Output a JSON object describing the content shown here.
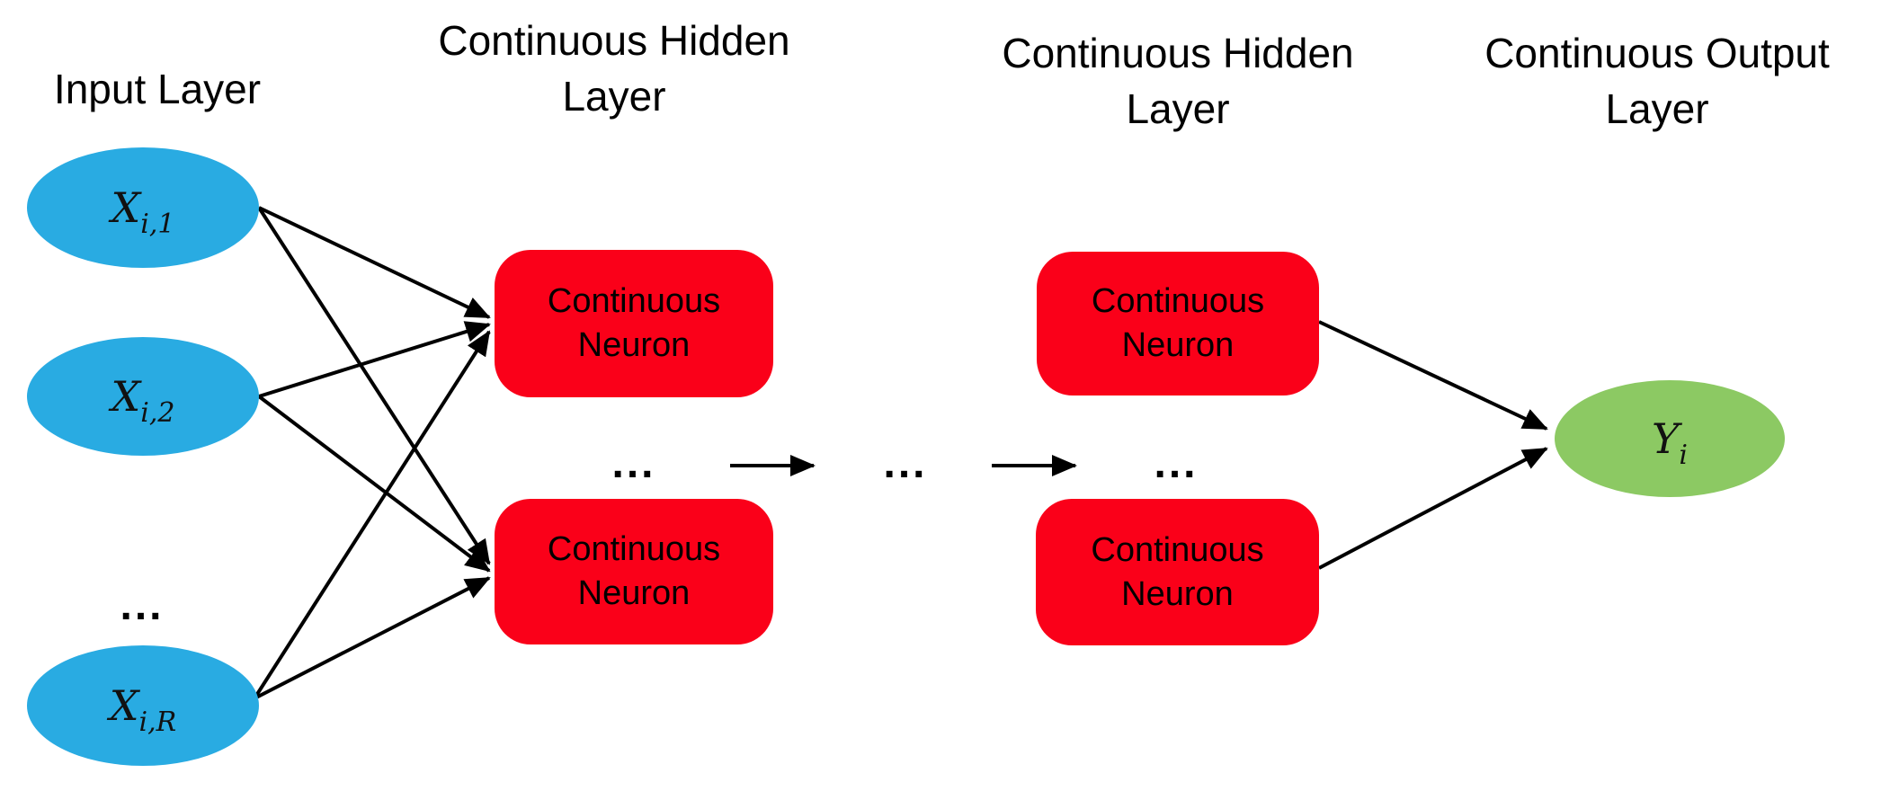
{
  "titles": {
    "input": "Input Layer",
    "hidden1": "Continuous Hidden Layer",
    "hidden2": "Continuous Hidden Layer",
    "output": "Continuous Output Layer"
  },
  "nodes": {
    "input": [
      {
        "var": "X",
        "sub": "i,1"
      },
      {
        "var": "X",
        "sub": "i,2"
      },
      {
        "var": "X",
        "sub": "i,R"
      }
    ],
    "hidden1": [
      {
        "label": "Continuous Neuron"
      },
      {
        "label": "Continuous Neuron"
      }
    ],
    "hidden2": [
      {
        "label": "Continuous Neuron"
      },
      {
        "label": "Continuous Neuron"
      }
    ],
    "output": {
      "var": "Y",
      "sub": "i"
    }
  },
  "ellipsis": "...",
  "colors": {
    "input-node": "#29ABE2",
    "hidden-node": "#FA0019",
    "output-node": "#8CC963",
    "line": "#000000",
    "text": "#000000",
    "background": "#FFFFFF"
  }
}
